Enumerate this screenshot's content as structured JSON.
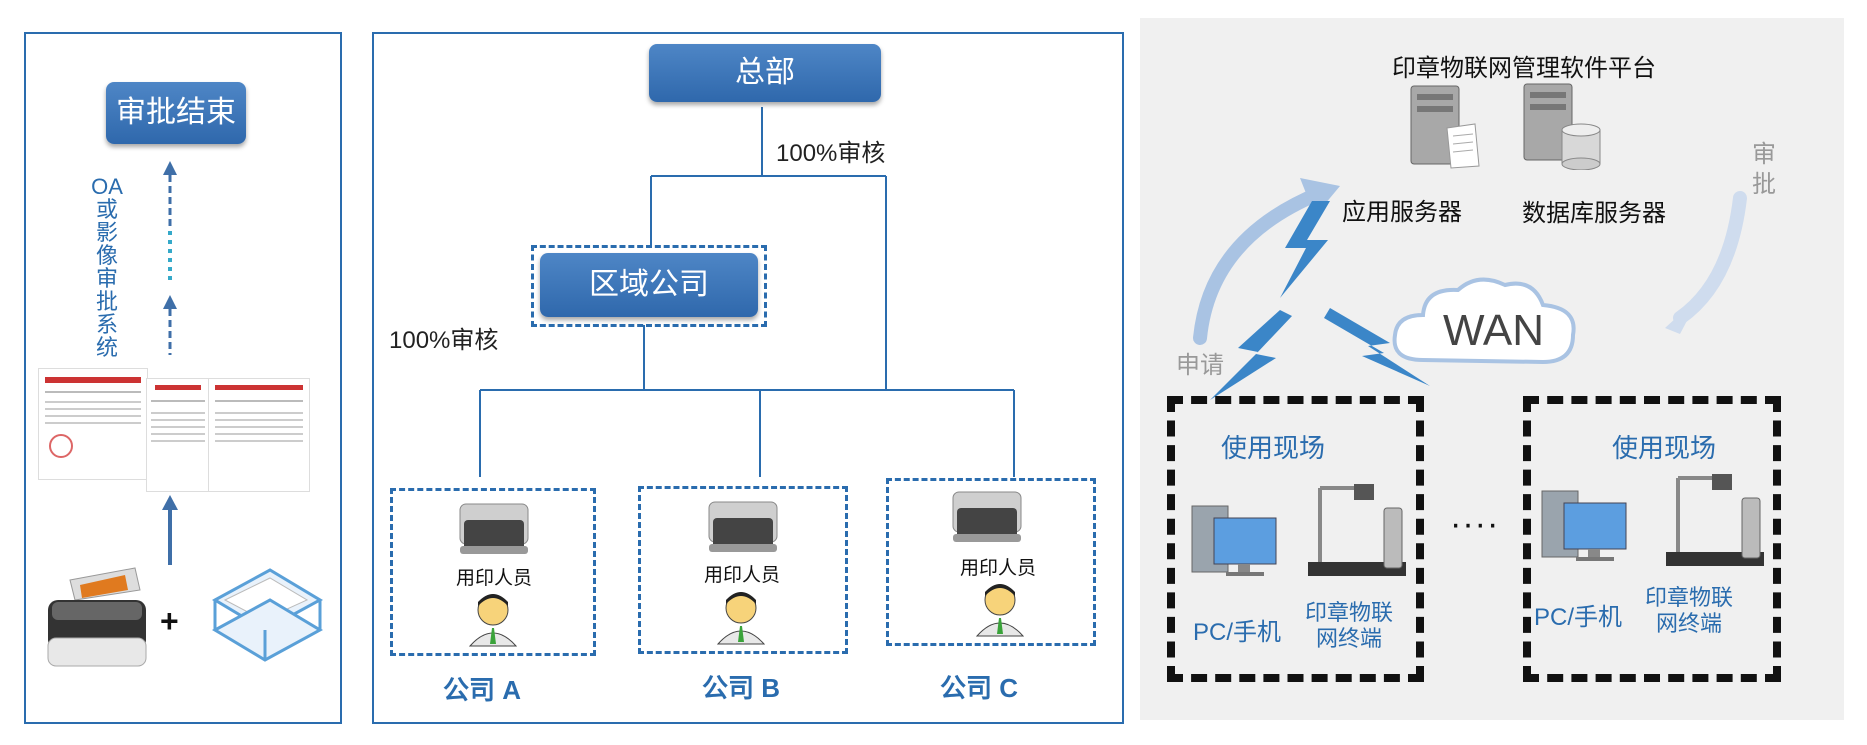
{
  "left": {
    "approval_end": "审批结束",
    "vertical_text": [
      "OA",
      "或",
      "影",
      "像",
      "审",
      "批",
      "系",
      "统"
    ],
    "plus": "+"
  },
  "middle": {
    "headquarters": "总部",
    "hq_audit": "100%审核",
    "regional": "区域公司",
    "regional_audit": "100%审核",
    "companies": [
      {
        "name": "公司 A",
        "user": "用印人员"
      },
      {
        "name": "公司 B",
        "user": "用印人员"
      },
      {
        "name": "公司 C",
        "user": "用印人员"
      }
    ]
  },
  "right": {
    "platform_title": "印章物联网管理软件平台",
    "app_server": "应用服务器",
    "db_server": "数据库服务器",
    "wan": "WAN",
    "apply": "申请",
    "approve_chars": [
      "审",
      "批"
    ],
    "site_label": "使用现场",
    "pc_label": "PC/手机",
    "terminal_line1": "印章物联",
    "terminal_line2": "网终端",
    "ellipsis": "····"
  },
  "colors": {
    "accent_blue": "#2a6cae",
    "button_blue": "#3a74b8",
    "dash_black": "#111111"
  }
}
